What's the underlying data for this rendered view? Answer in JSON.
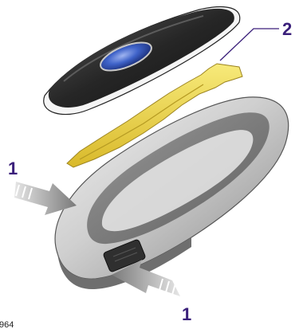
{
  "diagram": {
    "callouts": {
      "label_left": "1",
      "label_bottom": "1",
      "label_top_right": "2"
    },
    "reference_code": "964",
    "parts": {
      "cover": "key-cover",
      "blade": "emergency-key-blade",
      "housing": "key-fob-housing"
    },
    "colors": {
      "callout_text": "#3a1f7a",
      "leader_line": "#3a1f7a",
      "blade_fill": "#f0dc3c",
      "cover_dark": "#2a2a2a",
      "emblem_blue": "#3f63c9",
      "housing_silver": "#cfcfcf",
      "arrow_gray": "#8f8f8f"
    }
  }
}
